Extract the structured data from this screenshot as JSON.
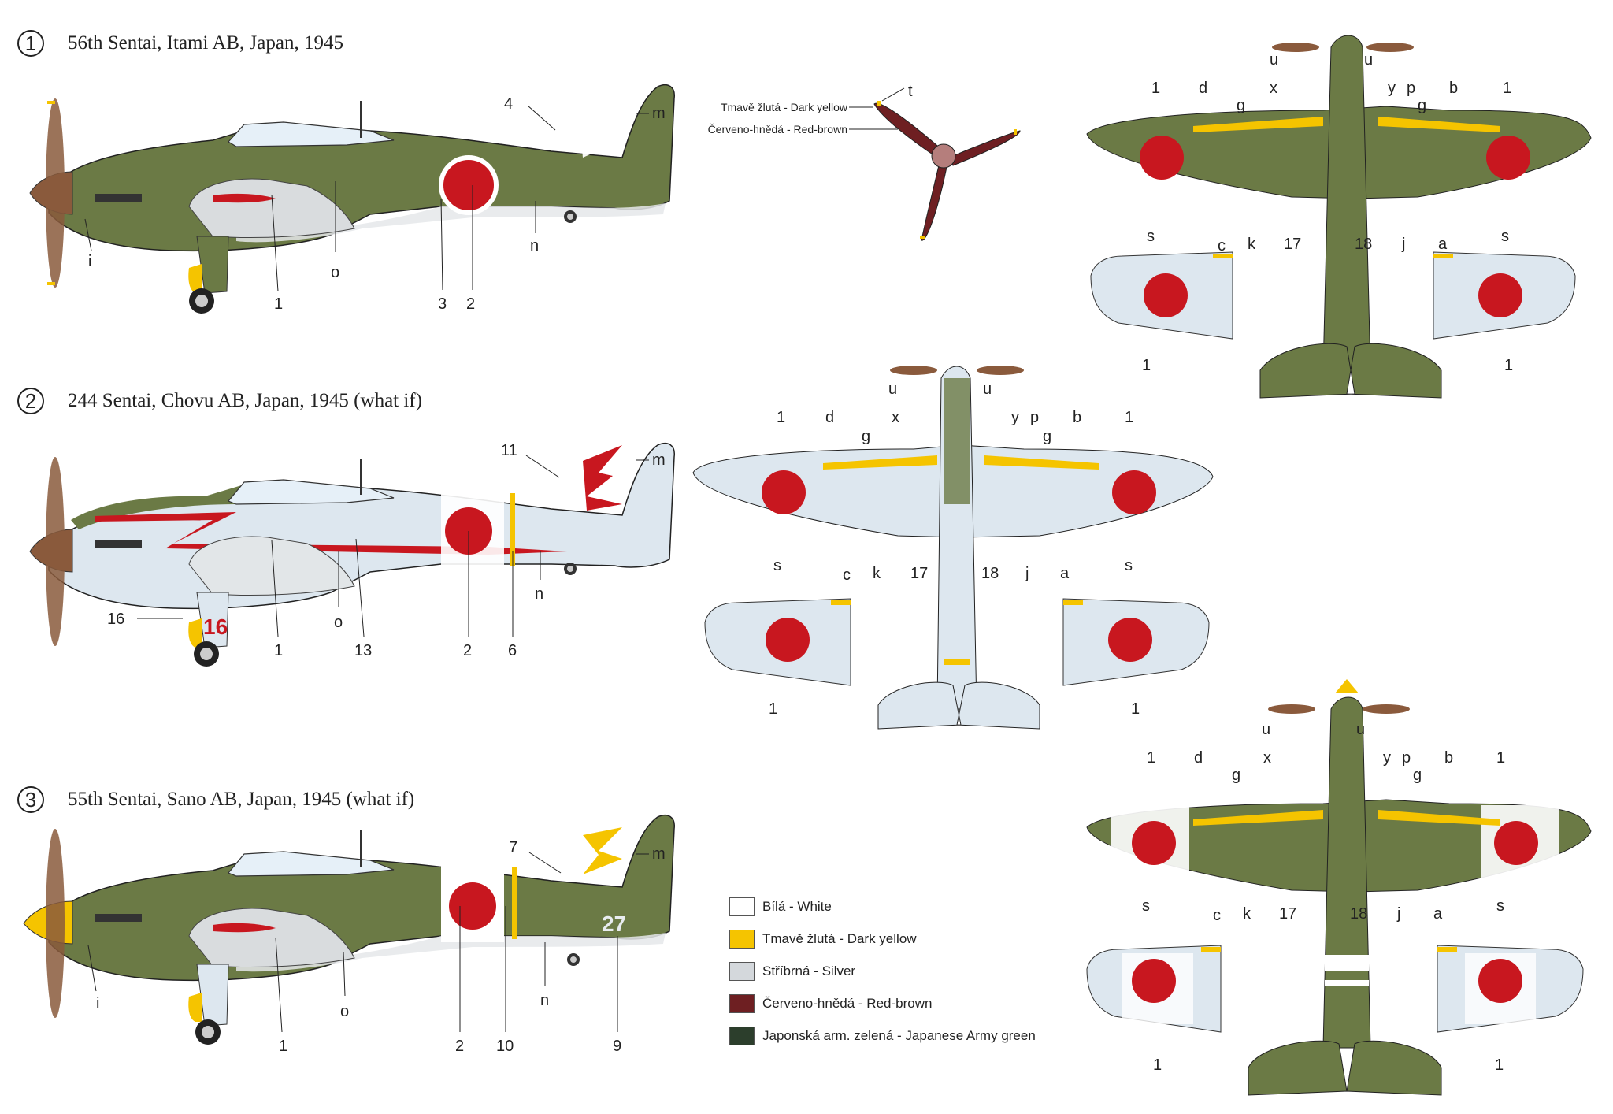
{
  "schemes": [
    {
      "number": "1",
      "title": "56th Sentai, Itami AB, Japan, 1945",
      "side_callouts": [
        "4",
        "m",
        "i",
        "1",
        "o",
        "3",
        "2",
        "n"
      ],
      "top_callouts": [
        "u",
        "u",
        "1",
        "d",
        "g",
        "x",
        "y",
        "p",
        "g",
        "b",
        "1",
        "s",
        "c",
        "k",
        "17",
        "18",
        "j",
        "a",
        "s"
      ],
      "under_callouts": [
        "1",
        "1"
      ]
    },
    {
      "number": "2",
      "title": "244 Sentai, Chovu AB, Japan, 1945 (what if)",
      "side_callouts": [
        "11",
        "m",
        "16",
        "1",
        "o",
        "13",
        "2",
        "6",
        "n"
      ],
      "gear_code": "16",
      "top_callouts": [
        "u",
        "u",
        "1",
        "d",
        "g",
        "x",
        "y",
        "p",
        "g",
        "b",
        "1",
        "s",
        "c",
        "k",
        "17",
        "18",
        "j",
        "a",
        "s"
      ],
      "under_callouts": [
        "1",
        "1"
      ]
    },
    {
      "number": "3",
      "title": "55th Sentai, Sano AB, Japan, 1945 (what if)",
      "side_callouts": [
        "7",
        "m",
        "i",
        "1",
        "o",
        "2",
        "10",
        "n",
        "9"
      ],
      "tail_code": "27",
      "top_callouts": [
        "u",
        "u",
        "1",
        "d",
        "g",
        "x",
        "y",
        "p",
        "g",
        "b",
        "1",
        "s",
        "c",
        "k",
        "17",
        "18",
        "j",
        "a",
        "s"
      ],
      "under_callouts": [
        "1",
        "1"
      ]
    }
  ],
  "propeller_detail": {
    "callout": "t",
    "tip_label": "Tmavě žlutá - Dark yellow",
    "blade_label": "Červeno-hnědá - Red-brown"
  },
  "legend": [
    {
      "label": "Bílá - White",
      "color": "#ffffff"
    },
    {
      "label": "Tmavě žlutá - Dark yellow",
      "color": "#f5c400"
    },
    {
      "label": "Stříbrná - Silver",
      "color": "#d4d8dc"
    },
    {
      "label": "Červeno-hnědá - Red-brown",
      "color": "#6e1f22"
    },
    {
      "label": "Japonská arm. zelená - Japanese Army green",
      "color": "#2c3e2c"
    }
  ],
  "colors": {
    "army_green": "#6b7a45",
    "silver": "#dde7ef",
    "hinomaru": "#c8171f",
    "dark_yellow": "#f5c400",
    "red_brown": "#6e1f22",
    "prop_brown": "#8a5a3c"
  }
}
